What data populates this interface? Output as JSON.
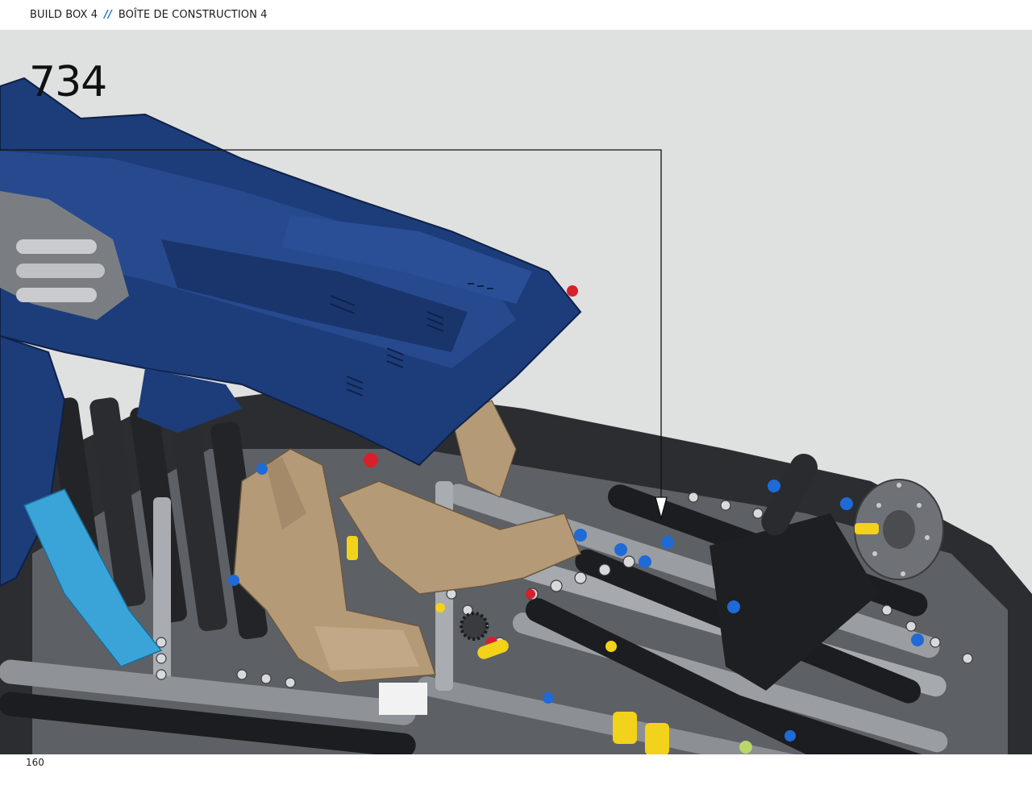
{
  "header": {
    "left_label": "BUILD BOX 4",
    "separator": "//",
    "right_label": "BOÎTE DE CONSTRUCTION 4",
    "separator_color": "#1f6fc4"
  },
  "step": {
    "number": "734"
  },
  "illustration": {
    "subject": "lego-technic-car-model",
    "background_color": "#dfe0e0",
    "body_color": "#1d3c7a",
    "frame_color": "#8a8d91",
    "seat_color": "#b59a78",
    "accent_colors": [
      "#1e6ad6",
      "#f2d21b",
      "#d8202a",
      "#3aa4d8"
    ],
    "callout_arrow": "arrow-down-icon"
  },
  "footer": {
    "page_number": "160"
  }
}
